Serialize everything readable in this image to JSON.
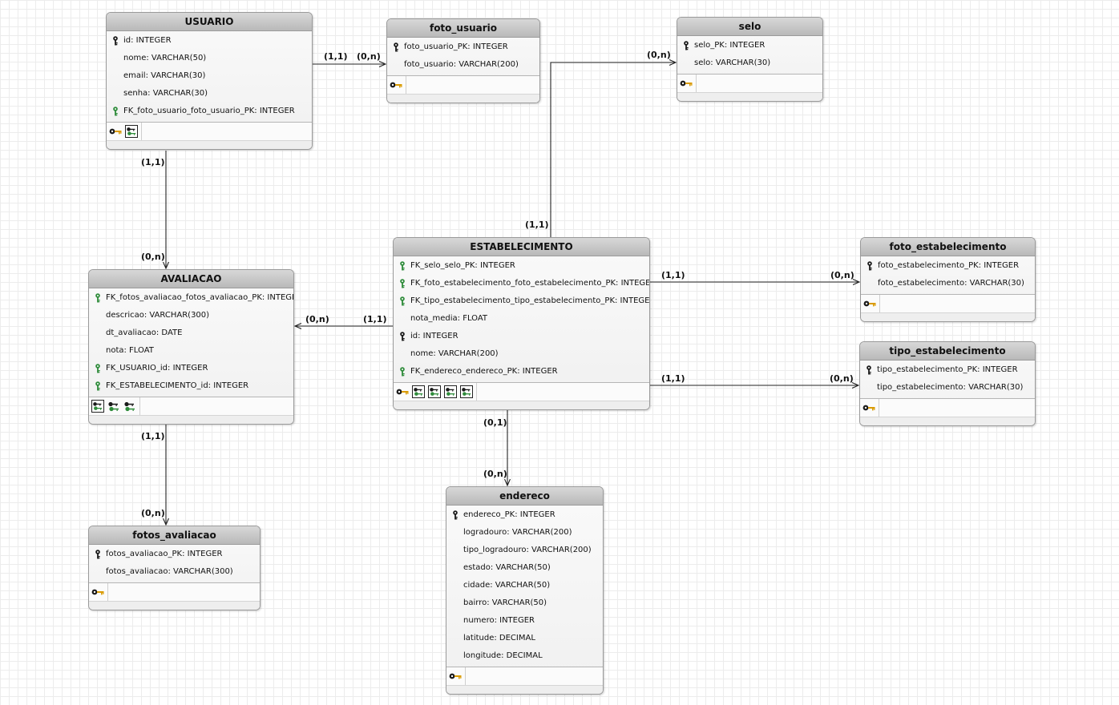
{
  "entities": {
    "usuario": {
      "title": "USUARIO",
      "attributes": [
        {
          "text": "id: INTEGER",
          "key": "pk"
        },
        {
          "text": "nome: VARCHAR(50)",
          "key": ""
        },
        {
          "text": "email: VARCHAR(30)",
          "key": ""
        },
        {
          "text": "senha: VARCHAR(30)",
          "key": ""
        },
        {
          "text": "FK_foto_usuario_foto_usuario_PK: INTEGER",
          "key": "fk"
        }
      ]
    },
    "foto_usuario": {
      "title": "foto_usuario",
      "attributes": [
        {
          "text": "foto_usuario_PK: INTEGER",
          "key": "pk"
        },
        {
          "text": "foto_usuario: VARCHAR(200)",
          "key": ""
        }
      ]
    },
    "selo": {
      "title": "selo",
      "attributes": [
        {
          "text": "selo_PK: INTEGER",
          "key": "pk"
        },
        {
          "text": "selo: VARCHAR(30)",
          "key": ""
        }
      ]
    },
    "avaliacao": {
      "title": "AVALIACAO",
      "attributes": [
        {
          "text": "FK_fotos_avaliacao_fotos_avaliacao_PK: INTEGER",
          "key": "fk"
        },
        {
          "text": "descricao: VARCHAR(300)",
          "key": ""
        },
        {
          "text": "dt_avaliacao: DATE",
          "key": ""
        },
        {
          "text": "nota: FLOAT",
          "key": ""
        },
        {
          "text": "FK_USUARIO_id: INTEGER",
          "key": "fk"
        },
        {
          "text": "FK_ESTABELECIMENTO_id: INTEGER",
          "key": "fk"
        }
      ]
    },
    "estabelecimento": {
      "title": "ESTABELECIMENTO",
      "attributes": [
        {
          "text": "FK_selo_selo_PK: INTEGER",
          "key": "fk"
        },
        {
          "text": "FK_foto_estabelecimento_foto_estabelecimento_PK: INTEGER",
          "key": "fk"
        },
        {
          "text": "FK_tipo_estabelecimento_tipo_estabelecimento_PK: INTEGER",
          "key": "fk"
        },
        {
          "text": "nota_media: FLOAT",
          "key": ""
        },
        {
          "text": "id: INTEGER",
          "key": "pk"
        },
        {
          "text": "nome: VARCHAR(200)",
          "key": ""
        },
        {
          "text": "FK_endereco_endereco_PK: INTEGER",
          "key": "fk"
        }
      ]
    },
    "foto_estabelecimento": {
      "title": "foto_estabelecimento",
      "attributes": [
        {
          "text": "foto_estabelecimento_PK: INTEGER",
          "key": "pk"
        },
        {
          "text": "foto_estabelecimento: VARCHAR(30)",
          "key": ""
        }
      ]
    },
    "tipo_estabelecimento": {
      "title": "tipo_estabelecimento",
      "attributes": [
        {
          "text": "tipo_estabelecimento_PK: INTEGER",
          "key": "pk"
        },
        {
          "text": "tipo_estabelecimento: VARCHAR(30)",
          "key": ""
        }
      ]
    },
    "fotos_avaliacao": {
      "title": "fotos_avaliacao",
      "attributes": [
        {
          "text": "fotos_avaliacao_PK: INTEGER",
          "key": "pk"
        },
        {
          "text": "fotos_avaliacao: VARCHAR(300)",
          "key": ""
        }
      ]
    },
    "endereco": {
      "title": "endereco",
      "attributes": [
        {
          "text": "endereco_PK: INTEGER",
          "key": "pk"
        },
        {
          "text": "logradouro: VARCHAR(200)",
          "key": ""
        },
        {
          "text": "tipo_logradouro: VARCHAR(200)",
          "key": ""
        },
        {
          "text": "estado: VARCHAR(50)",
          "key": ""
        },
        {
          "text": "cidade: VARCHAR(50)",
          "key": ""
        },
        {
          "text": "bairro: VARCHAR(50)",
          "key": ""
        },
        {
          "text": "numero: INTEGER",
          "key": ""
        },
        {
          "text": "latitude: DECIMAL",
          "key": ""
        },
        {
          "text": "longitude: DECIMAL",
          "key": ""
        }
      ]
    }
  },
  "relationships": [
    {
      "from": "usuario",
      "to": "foto_usuario",
      "from_card": "(1,1)",
      "to_card": "(0,n)"
    },
    {
      "from": "estabelecimento",
      "to": "selo",
      "from_card": "(1,1)",
      "to_card": "(0,n)"
    },
    {
      "from": "usuario",
      "to": "avaliacao",
      "from_card": "(1,1)",
      "to_card": "(0,n)"
    },
    {
      "from": "estabelecimento",
      "to": "avaliacao",
      "from_card": "(1,1)",
      "to_card": "(0,n)"
    },
    {
      "from": "estabelecimento",
      "to": "foto_estabelecimento",
      "from_card": "(1,1)",
      "to_card": "(0,n)"
    },
    {
      "from": "estabelecimento",
      "to": "tipo_estabelecimento",
      "from_card": "(1,1)",
      "to_card": "(0,n)"
    },
    {
      "from": "avaliacao",
      "to": "fotos_avaliacao",
      "from_card": "(1,1)",
      "to_card": "(0,n)"
    },
    {
      "from": "estabelecimento",
      "to": "endereco",
      "from_card": "(0,1)",
      "to_card": "(0,n)"
    }
  ],
  "colors": {
    "pk_key": "#1a1a1a",
    "fk_key": "#2e8b3a",
    "op_key": "#d99a00",
    "line": "#222222"
  },
  "icons": {
    "primary_key": "primary-key-icon",
    "foreign_key": "foreign-key-icon",
    "key_operation": "key-operation-icon",
    "foreign_key_operation": "foreign-key-operation-icon"
  }
}
